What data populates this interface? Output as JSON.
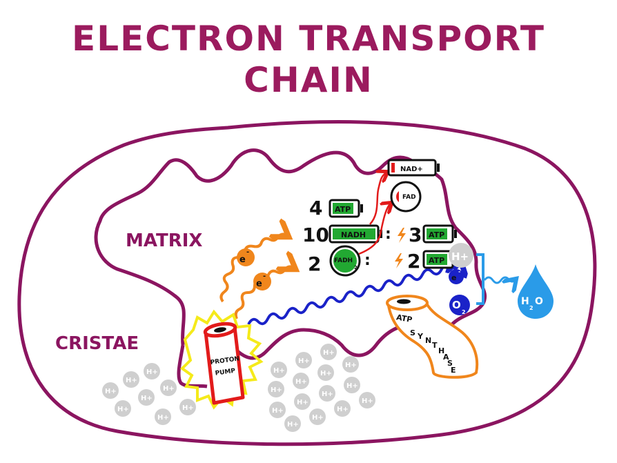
{
  "title": {
    "line1": "ELECTRON TRANSPORT",
    "line2": "CHAIN"
  },
  "regions": {
    "matrix": "MATRIX",
    "cristae": "CRISTAE"
  },
  "yield": {
    "atp_count": "4",
    "atp_label": "ATP",
    "nadh_count": "10",
    "nadh_label": "NADH",
    "nadh_ratio_sep": ":",
    "nadh_atp_count": "3",
    "nadh_atp_label": "ATP",
    "fadh_count": "2",
    "fadh_label": "FADH",
    "fadh_sub": "2",
    "fadh_ratio_sep": ":",
    "fadh_atp_count": "2",
    "fadh_atp_label": "ATP"
  },
  "products": {
    "nad_label": "NAD+",
    "fad_label": "FAD"
  },
  "electrons": {
    "label": "e",
    "charge": "-"
  },
  "proton_pump": {
    "line1": "PROTON",
    "line2": "PUMP"
  },
  "atp_synthase": {
    "line1": "ATP",
    "letters": [
      "S",
      "Y",
      "N",
      "T",
      "H",
      "A",
      "S",
      "E"
    ]
  },
  "reaction": {
    "proton": "H+",
    "oxygen": "O",
    "oxygen_sub": "2",
    "water_h": "H",
    "water_sub": "2",
    "water_o": "O"
  },
  "protons_label": "H+",
  "colors": {
    "membrane": "#8b1560",
    "title": "#9b1b5e",
    "electron_orange": "#f0861c",
    "electron_blue": "#1a22c8",
    "atp_green": "#22a832",
    "red": "#e21b1b",
    "pump_glow": "#f5ea1a",
    "proton_gray": "#cfcfcf",
    "water_blue": "#2a9be8"
  }
}
